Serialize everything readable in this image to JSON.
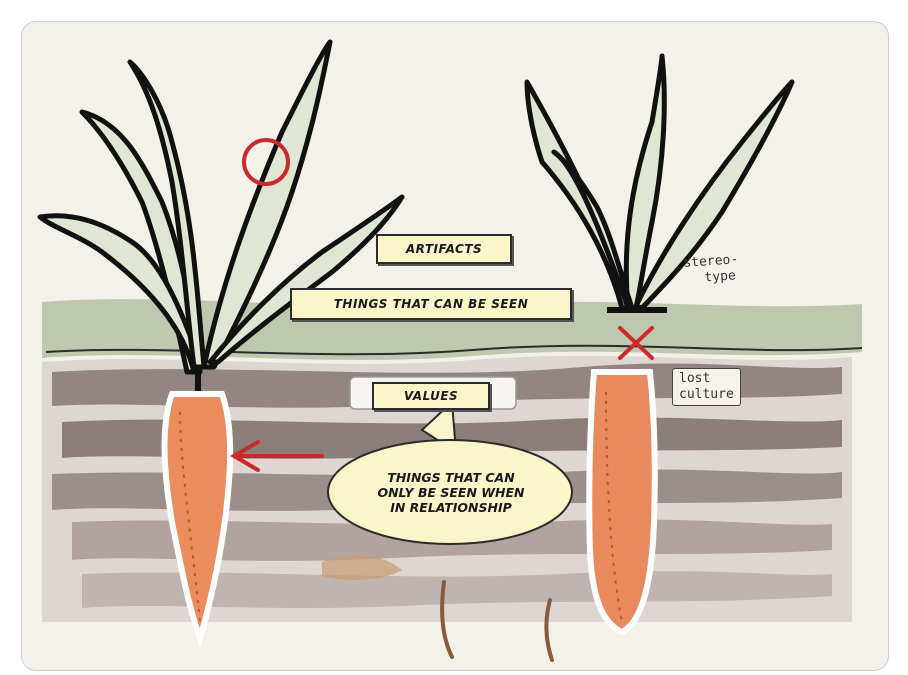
{
  "labels": {
    "artifacts": "ARTIFACTS",
    "things_seen": "THINGS THAT CAN BE SEEN",
    "values": "VALUES",
    "bubble_lines": [
      "THINGS THAT CAN",
      "ONLY BE SEEN WHEN",
      "IN RELATIONSHIP"
    ]
  },
  "handwriting": {
    "stereotype_lines": [
      "stereo-",
      "type"
    ],
    "lost_culture_lines": [
      "lost",
      "culture"
    ]
  },
  "colors": {
    "label_fill": "#fbf6c9",
    "carrot": "#e98a5c",
    "soil": "#6b5b56",
    "grass": "#a9b89a",
    "red_mark": "#cc2a2a"
  }
}
